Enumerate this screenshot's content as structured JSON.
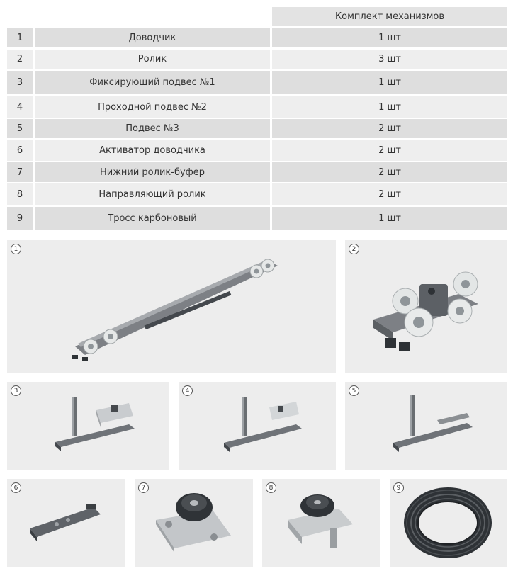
{
  "table": {
    "header": "Комплект механизмов",
    "rows": [
      {
        "num": "1",
        "name": "Доводчик",
        "qty": "1 шт"
      },
      {
        "num": "2",
        "name": "Ролик",
        "qty": "3 шт"
      },
      {
        "num": "3",
        "name": "Фиксирующий подвес №1",
        "qty": "1 шт"
      },
      {
        "num": "4",
        "name": "Проходной подвес №2",
        "qty": "1 шт"
      },
      {
        "num": "5",
        "name": "Подвес №3",
        "qty": "2 шт"
      },
      {
        "num": "6",
        "name": "Активатор доводчика",
        "qty": "2 шт"
      },
      {
        "num": "7",
        "name": "Нижний ролик-буфер",
        "qty": "2 шт"
      },
      {
        "num": "8",
        "name": "Направляющий ролик",
        "qty": "2 шт"
      },
      {
        "num": "9",
        "name": "Тросс карбоновый",
        "qty": "1 шт"
      }
    ]
  },
  "panels": [
    "1",
    "2",
    "3",
    "4",
    "5",
    "6",
    "7",
    "8",
    "9"
  ],
  "colors": {
    "panel_bg": "#ededed",
    "row_dark": "#dedede",
    "row_light": "#eeeeee",
    "metal": "#8a8d92",
    "roller": "#e4e6e6"
  }
}
